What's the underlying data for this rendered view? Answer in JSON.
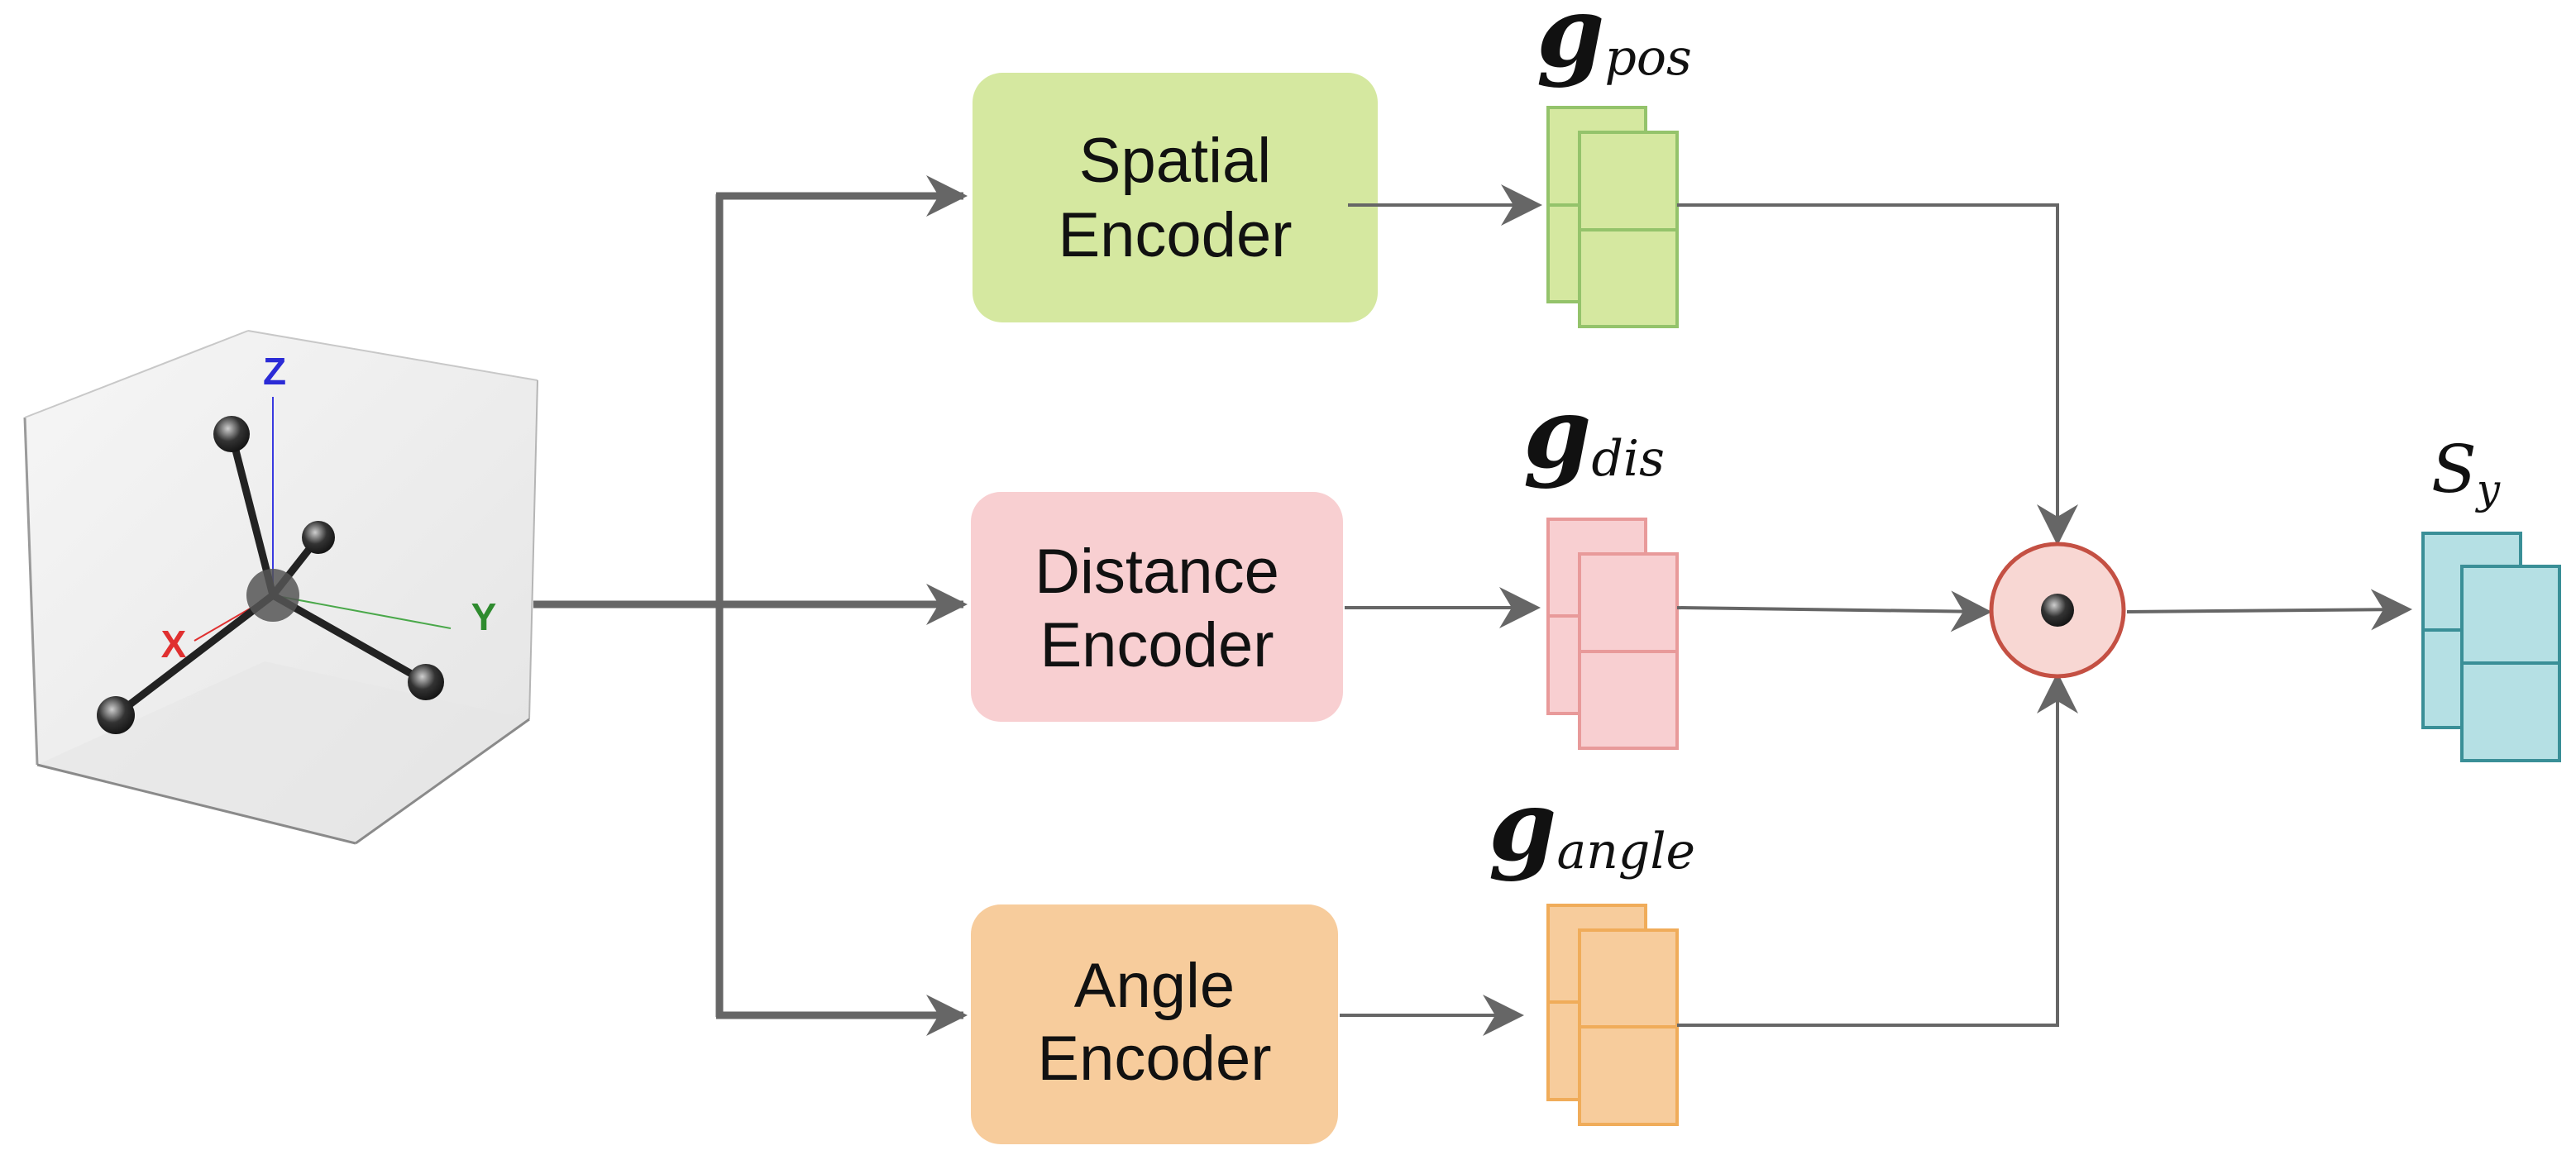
{
  "molecule": {
    "axis_z": "Z",
    "axis_y": "Y",
    "axis_x": "X",
    "axis_colors": {
      "z": "#2b2bd6",
      "y": "#2e8b2e",
      "x": "#e03030"
    }
  },
  "encoders": [
    {
      "line1": "Spatial",
      "line2": "Encoder",
      "fill": "#d5e8a0"
    },
    {
      "line1": "Distance",
      "line2": "Encoder",
      "fill": "#f8cfd1"
    },
    {
      "line1": "Angle",
      "line2": "Encoder",
      "fill": "#f7cc9c"
    }
  ],
  "features": [
    {
      "base": "g",
      "sub": "pos",
      "fill": "#d5e8a0",
      "stroke": "#94c36b"
    },
    {
      "base": "g",
      "sub": "dis",
      "fill": "#f8cfd1",
      "stroke": "#e89a9a"
    },
    {
      "base": "g",
      "sub": "angle",
      "fill": "#f7cc9c",
      "stroke": "#f0ac5a"
    }
  ],
  "fusion": {
    "symbol": "⊙",
    "fill": "#f8d7d3",
    "stroke": "#c45043"
  },
  "output": {
    "base": "S",
    "sub": "y",
    "fill": "#b5e0e4",
    "stroke": "#3a8f97"
  }
}
